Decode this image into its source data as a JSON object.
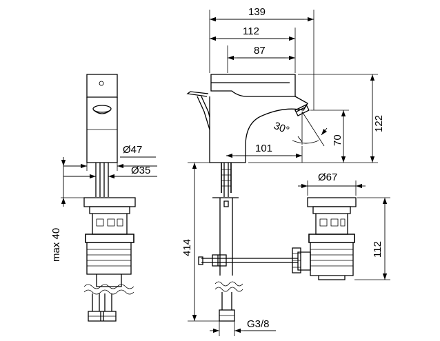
{
  "drawing": {
    "dimensions": {
      "overall_width": "139",
      "spout_projection": "112",
      "handle_length": "87",
      "body_diameter": "Ø47",
      "base_diameter": "Ø35",
      "max_thickness": "max 40",
      "spout_height": "122",
      "outlet_height": "70",
      "outlet_angle": "30°",
      "spout_reach": "101",
      "total_length": "414",
      "waste_diameter": "Ø67",
      "waste_height": "112",
      "connection_thread": "G3/8"
    }
  }
}
